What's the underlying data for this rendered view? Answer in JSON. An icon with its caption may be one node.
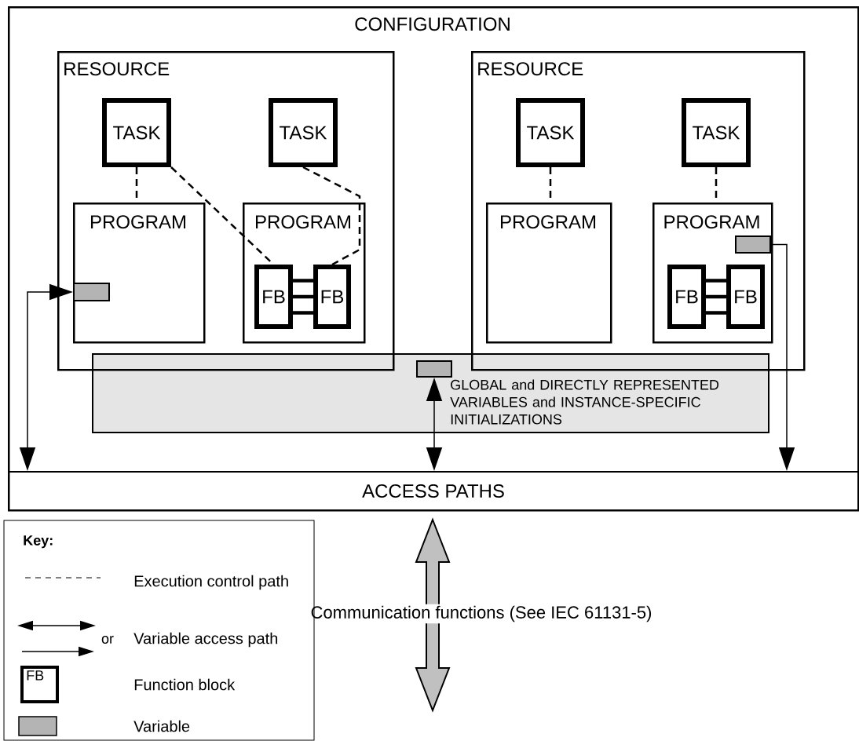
{
  "diagram": {
    "nodes": [
      {
        "text": [
          "CONFIGURATION"
        ]
      },
      {
        "text": [
          "RESOURCE"
        ],
        "in": 0
      },
      {
        "text": [
          "TASK"
        ],
        "in": 1
      },
      {
        "text": [
          "TASK"
        ],
        "in": 1
      },
      {
        "text": [
          "PROGRAM"
        ],
        "in": 1
      },
      {
        "text": [
          "PROGRAM"
        ],
        "in": 1
      },
      {
        "text": [
          "FB"
        ],
        "in": 5
      },
      {
        "text": [
          "FB"
        ],
        "in": 5
      },
      {
        "text": [],
        "shape": "box",
        "in": 4
      },
      {
        "text": [
          "RESOURCE"
        ],
        "in": 0
      },
      {
        "text": [
          "TASK"
        ],
        "in": 9
      },
      {
        "text": [
          "TASK"
        ],
        "in": 9
      },
      {
        "text": [
          "PROGRAM"
        ],
        "in": 9
      },
      {
        "text": [
          "PROGRAM"
        ],
        "in": 9
      },
      {
        "text": [],
        "shape": "box",
        "in": 13
      },
      {
        "text": [
          "FB"
        ],
        "in": 13
      },
      {
        "text": [
          "FB"
        ],
        "in": 13
      },
      {
        "text": [
          "GLOBAL and DIRECTLY REPRESENTED VARIABLES and INSTANCE-SPECIFIC INITIALIZATIONS"
        ],
        "in": 0
      },
      {
        "text": [],
        "shape": "box",
        "in": 17
      },
      {
        "text": [
          "ACCESS PATHS"
        ],
        "in": 0
      }
    ],
    "edges": [
      {
        "from": 2,
        "to": 4,
        "arrow": "none",
        "style": "dashed"
      },
      {
        "from": 2,
        "to": 6,
        "arrow": "none",
        "style": "dashed"
      },
      {
        "from": 3,
        "to": 7,
        "arrow": "none",
        "style": "dashed"
      },
      {
        "from": 6,
        "to": 7,
        "arrow": "none",
        "style": "thick"
      },
      {
        "from": 6,
        "to": 7,
        "arrow": "none",
        "style": "thick"
      },
      {
        "from": 6,
        "to": 7,
        "arrow": "none",
        "style": "thick"
      },
      {
        "from": 10,
        "to": 12,
        "arrow": "none",
        "style": "dashed"
      },
      {
        "from": 11,
        "to": 13,
        "arrow": "none",
        "style": "dashed"
      },
      {
        "from": 15,
        "to": 16,
        "arrow": "none",
        "style": "thick"
      },
      {
        "from": 15,
        "to": 16,
        "arrow": "none",
        "style": "thick"
      },
      {
        "from": 15,
        "to": 16,
        "arrow": "none",
        "style": "thick"
      },
      {
        "from": 8,
        "to": 19,
        "arrow": "both"
      },
      {
        "from": 18,
        "to": 19,
        "arrow": "both"
      },
      {
        "from": 14,
        "to": 19,
        "arrow": "to"
      },
      {
        "from": 19,
        "to": null,
        "arrow": "both",
        "label": "Communication functions (See IEC 61131-5)",
        "style": "thick",
        "color": "#c0c0c0"
      }
    ],
    "labels": [
      "Key:",
      "or",
      "FB"
    ],
    "legend": [
      {
        "text": "Execution control path"
      },
      {
        "text": "Variable access path"
      },
      {
        "text": "Function block"
      },
      {
        "text": "Variable",
        "color": "#b4b4b4"
      }
    ]
  }
}
